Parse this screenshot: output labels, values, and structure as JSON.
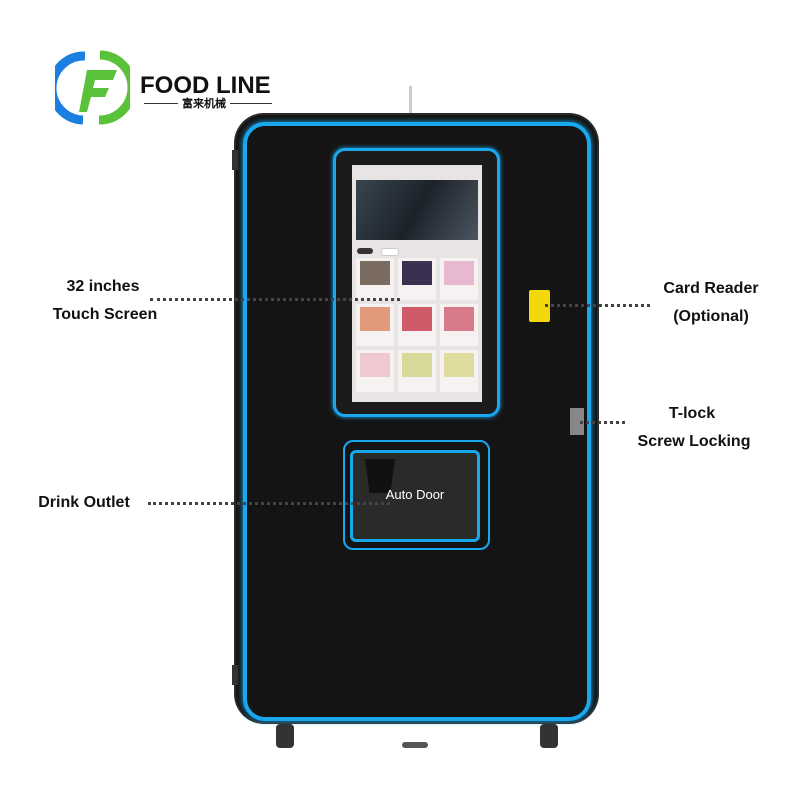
{
  "logo": {
    "brand": "FOOD LINE",
    "subtitle": "富来机械"
  },
  "annotations": {
    "screen": [
      "32 inches",
      "Touch Screen"
    ],
    "card_reader": [
      "Card Reader",
      "(Optional)"
    ],
    "tlock": [
      "T-lock",
      "Screw Locking"
    ],
    "outlet": "Drink Outlet",
    "auto_door": "Auto Door"
  },
  "colors": {
    "accent": "#19a7ee",
    "reader": "#f2d70c",
    "logo_blue": "#1a7fe0",
    "logo_green": "#5ac23a"
  }
}
